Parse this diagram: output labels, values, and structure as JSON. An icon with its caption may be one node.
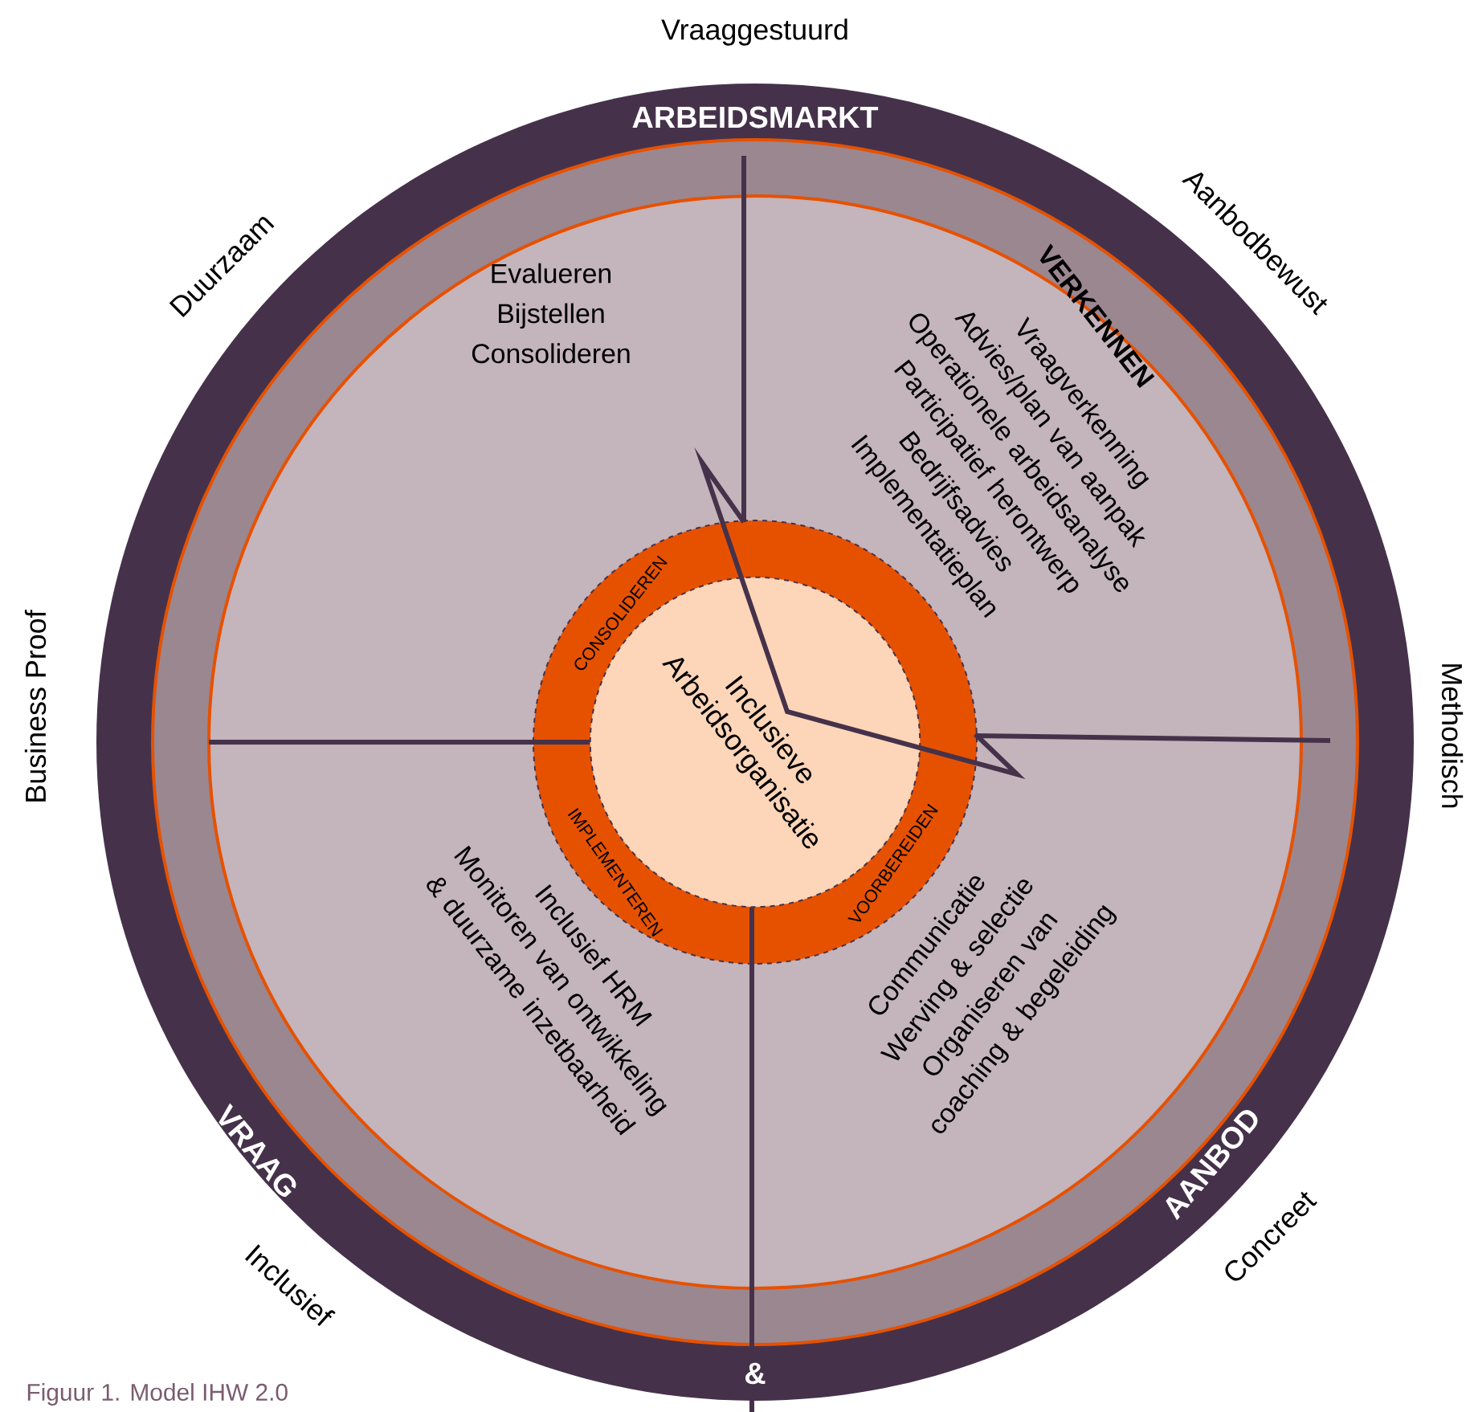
{
  "diagram": {
    "caption": "Figuur 1.   Model IHW 2.0",
    "nodes": [
      {
        "text": [
          "Inclusieve Arbeidsorganisatie"
        ]
      }
    ],
    "labels": [
      "Vraaggestuurd",
      "ARBEIDSMARKT",
      "Duurzaam",
      "Aanbodbewust",
      "VERKENNEN",
      "Evalueren",
      "Bijstellen",
      "Consolideren",
      "Vraagverkenning",
      "Advies/plan van aanpak",
      "Operationele arbeidsanalyse",
      "Participatief herontwerp",
      "Bedrijfsadvies",
      "Implementatieplan",
      "CONSOLIDEREN",
      "Business Proof",
      "Methodisch",
      "IMPLEMENTEREN",
      "VOORBEREIDEN",
      "Inclusief HRM",
      "Monitoren van ontwikkeling & duurzame inzetbaarheid",
      "Communicatie",
      "Werving & selectie",
      "Organiseren van coaching & begeleiding",
      "VRAAG",
      "AANBOD",
      "Inclusief",
      "Concreet",
      "&"
    ]
  }
}
